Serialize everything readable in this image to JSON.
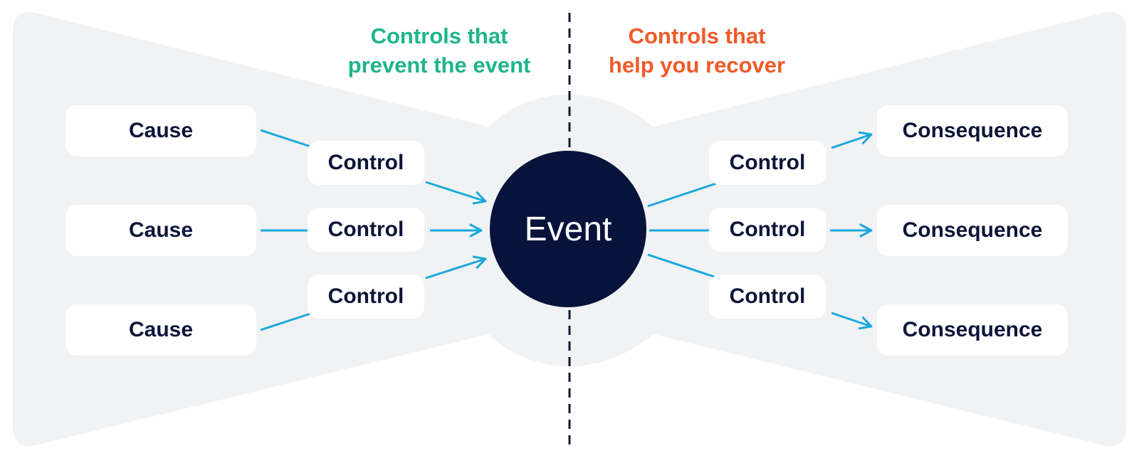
{
  "colors": {
    "bowtie_fill": "#f1f2f4",
    "event_fill": "#07133b",
    "arrow": "#1aa8dc",
    "divider": "#0d1538",
    "prevent_heading": "#1eb58a",
    "recover_heading": "#f05a28"
  },
  "headings": {
    "prevent": {
      "line1": "Controls that",
      "line2": "prevent the event"
    },
    "recover": {
      "line1": "Controls that",
      "line2": "help you recover"
    }
  },
  "event": {
    "label": "Event"
  },
  "causes": [
    {
      "label": "Cause"
    },
    {
      "label": "Cause"
    },
    {
      "label": "Cause"
    }
  ],
  "prevent_controls": [
    {
      "label": "Control"
    },
    {
      "label": "Control"
    },
    {
      "label": "Control"
    }
  ],
  "recover_controls": [
    {
      "label": "Control"
    },
    {
      "label": "Control"
    },
    {
      "label": "Control"
    }
  ],
  "consequences": [
    {
      "label": "Consequence"
    },
    {
      "label": "Consequence"
    },
    {
      "label": "Consequence"
    }
  ]
}
